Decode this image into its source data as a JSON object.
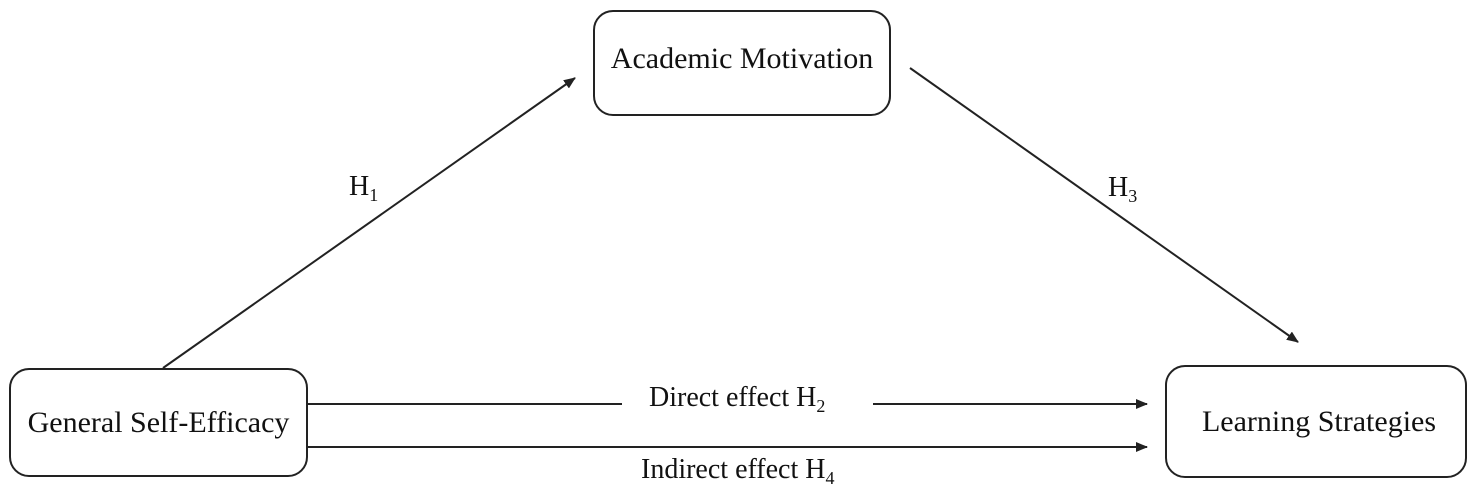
{
  "nodes": {
    "academic_motivation": "Academic Motivation",
    "general_self_efficacy": "General Self-Efficacy",
    "learning_strategies": "Learning Strategies"
  },
  "paths": {
    "h1": {
      "letter": "H",
      "sub": "1"
    },
    "h3": {
      "letter": "H",
      "sub": "3"
    },
    "direct": {
      "prefix": "Direct effect H",
      "sub": "2"
    },
    "indirect": {
      "prefix": "Indirect effect H",
      "sub": "4"
    }
  },
  "colors": {
    "stroke": "#222222",
    "background": "#ffffff"
  }
}
